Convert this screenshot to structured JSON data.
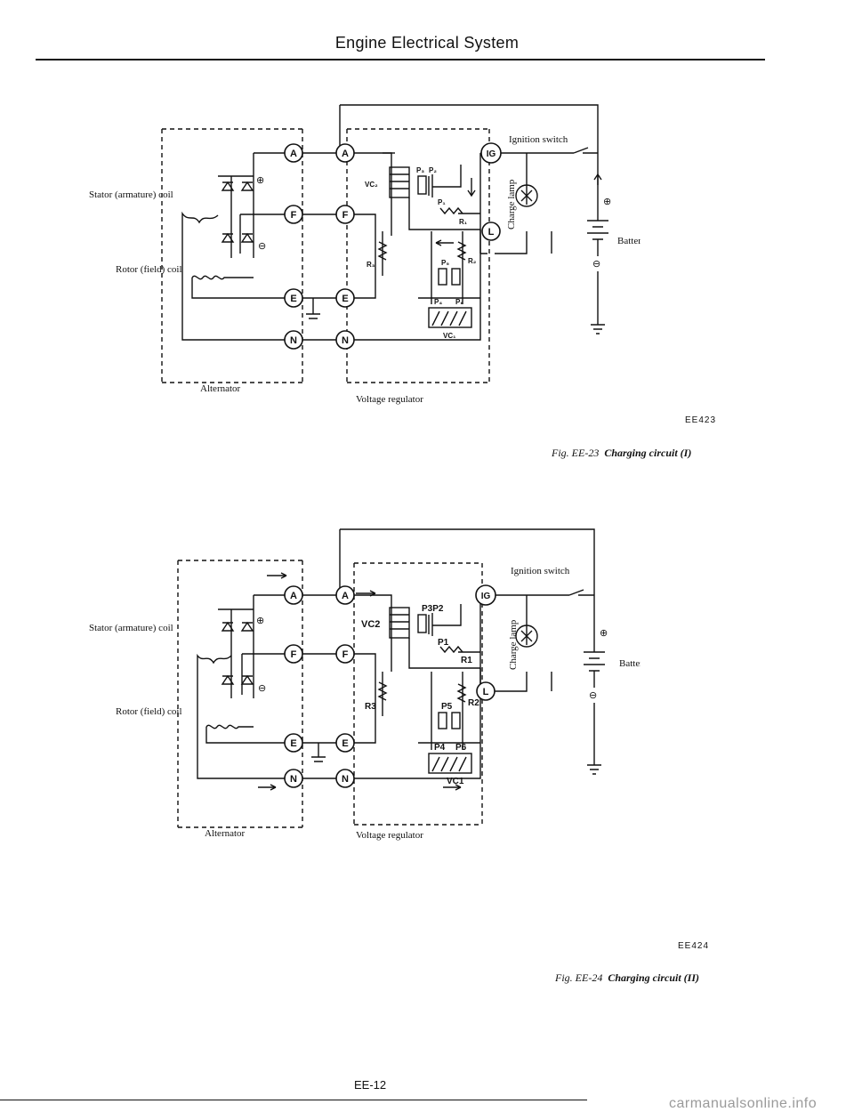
{
  "page": {
    "title": "Engine Electrical System",
    "page_number": "EE-12",
    "watermark": "carmanualsonline.info"
  },
  "figures": [
    {
      "code": "EE423",
      "caption_prefix": "Fig. EE-23",
      "caption_text": "Charging circuit (I)",
      "labels": {
        "stator": "Stator (armature) coil",
        "rotor": "Rotor (field) coil",
        "alternator": "Alternator",
        "regulator": "Voltage regulator",
        "ignition": "Ignition switch",
        "charge_lamp": "Charge lamp",
        "battery": "Battery"
      },
      "nodes": [
        "A",
        "A",
        "F",
        "F",
        "E",
        "E",
        "N",
        "N",
        "IG",
        "L"
      ],
      "components": [
        "VC₂",
        "P₃",
        "P₂",
        "P₁",
        "R₁",
        "R₃",
        "R₂",
        "P₅",
        "P₄",
        "P₆",
        "VC₁"
      ],
      "signs": [
        "⊕",
        "⊖",
        "⊕",
        "⊖"
      ]
    },
    {
      "code": "EE424",
      "caption_prefix": "Fig. EE-24",
      "caption_text": "Charging circuit (II)",
      "labels": {
        "stator": "Stator (armature) coil",
        "rotor": "Rotor (field) coil",
        "alternator": "Alternator",
        "regulator": "Voltage regulator",
        "ignition": "Ignition switch",
        "charge_lamp": "Charge lamp",
        "battery": "Battery"
      },
      "nodes": [
        "A",
        "A",
        "F",
        "F",
        "E",
        "E",
        "N",
        "N",
        "IG",
        "L"
      ],
      "components": [
        "VC2",
        "P3P2",
        "P1",
        "R1",
        "R3",
        "R2",
        "P5",
        "P4",
        "P6",
        "VC1"
      ],
      "signs": [
        "⊕",
        "⊖",
        "⊕",
        "⊖"
      ]
    }
  ]
}
